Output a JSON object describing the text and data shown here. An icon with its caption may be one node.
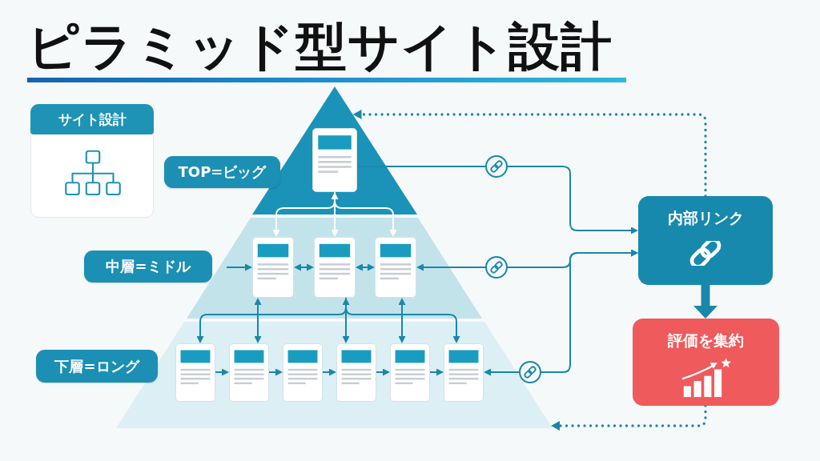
{
  "diagram": {
    "title": "ピラミッド型サイト設計",
    "nodes": [
      {
        "text": [
          "サイト設計"
        ]
      },
      {
        "text": [
          "TOP=ビッグ"
        ]
      },
      {
        "text": [],
        "shape": "picture",
        "in": 1
      },
      {
        "text": [
          "中層=ミドル"
        ]
      },
      {
        "text": [],
        "shape": "picture",
        "in": 3
      },
      {
        "text": [],
        "shape": "picture",
        "in": 3
      },
      {
        "text": [],
        "shape": "picture",
        "in": 3
      },
      {
        "text": [
          "下層=ロング"
        ]
      },
      {
        "text": [],
        "shape": "picture",
        "in": 7
      },
      {
        "text": [],
        "shape": "picture",
        "in": 7
      },
      {
        "text": [],
        "shape": "picture",
        "in": 7
      },
      {
        "text": [],
        "shape": "picture",
        "in": 7
      },
      {
        "text": [],
        "shape": "picture",
        "in": 7
      },
      {
        "text": [],
        "shape": "picture",
        "in": 7
      },
      {
        "text": [
          "内部リンク"
        ]
      },
      {
        "text": [
          "評価を集約"
        ]
      }
    ],
    "edges": [
      {
        "from": 2,
        "to": 14,
        "arrow": "to"
      },
      {
        "from": 2,
        "to": 4,
        "arrow": "to",
        "color": "#ffffff"
      },
      {
        "from": 2,
        "to": 5,
        "arrow": "both",
        "color": "#ffffff"
      },
      {
        "from": 2,
        "to": 6,
        "arrow": "to",
        "color": "#ffffff"
      },
      {
        "from": null,
        "to": 4,
        "arrow": "to"
      },
      {
        "from": 4,
        "to": 5,
        "arrow": "both"
      },
      {
        "from": 5,
        "to": 6,
        "arrow": "both"
      },
      {
        "from": 14,
        "to": 6,
        "arrow": "both"
      },
      {
        "from": 5,
        "to": 8,
        "arrow": "to"
      },
      {
        "from": 4,
        "to": 9,
        "arrow": "both"
      },
      {
        "from": 5,
        "to": 11,
        "arrow": "both"
      },
      {
        "from": 6,
        "to": 12,
        "arrow": "both"
      },
      {
        "from": 5,
        "to": 13,
        "arrow": "to"
      },
      {
        "from": 8,
        "to": 9,
        "arrow": "to"
      },
      {
        "from": 9,
        "to": 10,
        "arrow": "to"
      },
      {
        "from": 10,
        "to": 11,
        "arrow": "to"
      },
      {
        "from": 11,
        "to": 12,
        "arrow": "to"
      },
      {
        "from": 12,
        "to": 13,
        "arrow": "to"
      },
      {
        "from": 14,
        "to": 13,
        "arrow": "both"
      },
      {
        "from": 14,
        "to": 15,
        "arrow": "to",
        "style": "thick"
      },
      {
        "from": 15,
        "to": 7,
        "arrow": "to",
        "style": "dashed"
      },
      {
        "from": 14,
        "to": 1,
        "arrow": "to",
        "style": "dashed"
      }
    ]
  }
}
